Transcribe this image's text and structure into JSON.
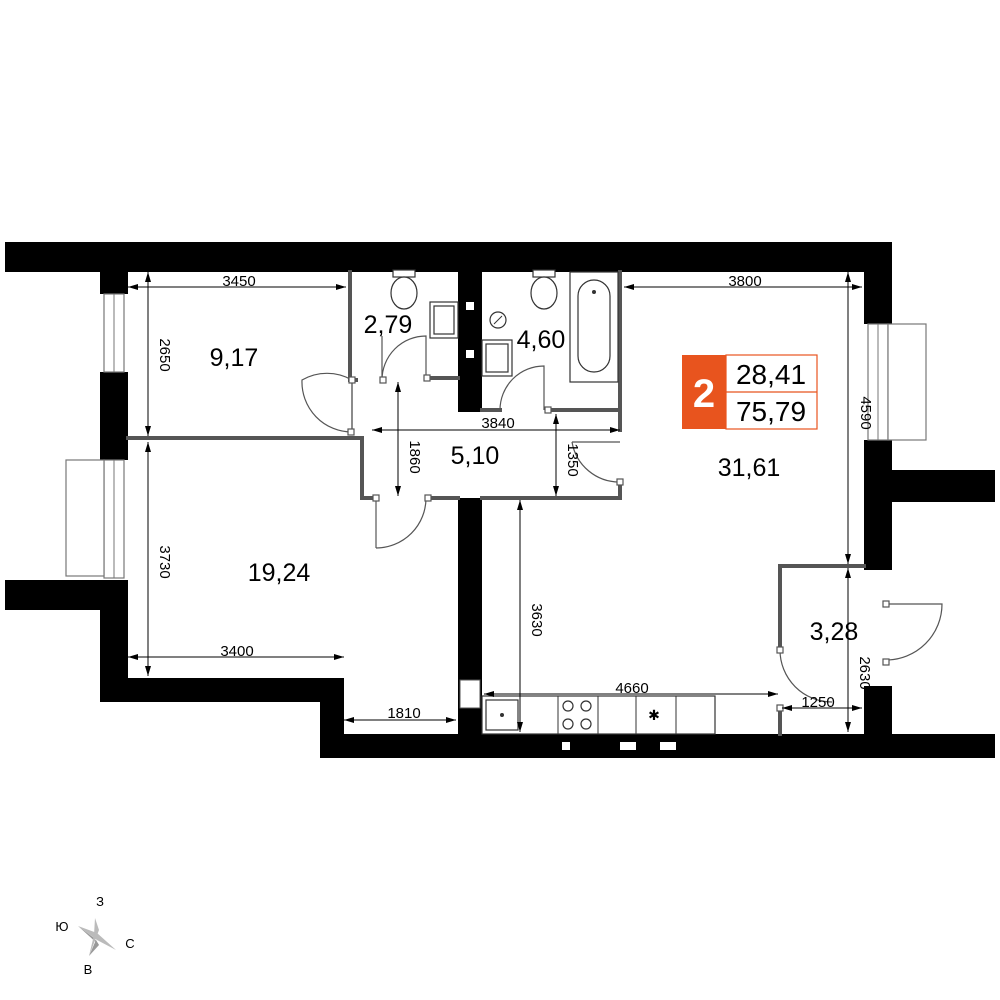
{
  "badge": {
    "rooms": "2",
    "living_area": "28,41",
    "total_area": "75,79",
    "accent_color": "#e8541e"
  },
  "rooms": {
    "bedroom_small": "9,17",
    "toilet": "2,79",
    "bathroom": "4,60",
    "hall": "5,10",
    "bedroom_large": "19,24",
    "kitchen_living": "31,61",
    "entrance": "3,28"
  },
  "dimensions": {
    "d3450": "3450",
    "d2650": "2650",
    "d3840": "3840",
    "d1860": "1860",
    "d1350": "1350",
    "d3800": "3800",
    "d4590": "4590",
    "d3730": "3730",
    "d3400": "3400",
    "d1810": "1810",
    "d3630": "3630",
    "d4660": "4660",
    "d1250": "1250",
    "d2630": "2630"
  },
  "compass": {
    "north": "С",
    "south": "Ю",
    "west": "З",
    "east": "В"
  }
}
